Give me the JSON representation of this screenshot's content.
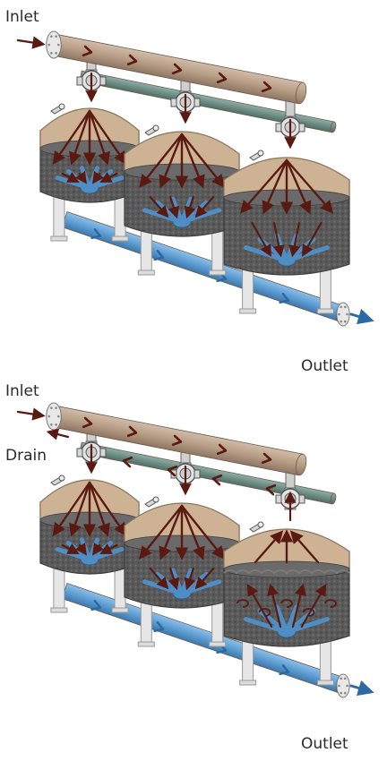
{
  "diagrams": [
    {
      "mode": "filtration",
      "labels": {
        "inlet": "Inlet",
        "outlet": "Outlet"
      }
    },
    {
      "mode": "backwash",
      "labels": {
        "inlet": "Inlet",
        "drain": "Drain",
        "outlet": "Outlet"
      }
    }
  ],
  "colors": {
    "inlet_pipe": "#b79d86",
    "drain_pipe": "#6e8f86",
    "outlet_pipe": "#5f9ed2",
    "tank_top": "#cdb294",
    "tank_body": "#585858",
    "flow_arrow": "#5a1a12",
    "leg": "#e6e6e6",
    "valve": "#d6d6d6"
  },
  "icons": [
    "flow-arrow-icon",
    "valve-icon",
    "flange-icon"
  ]
}
